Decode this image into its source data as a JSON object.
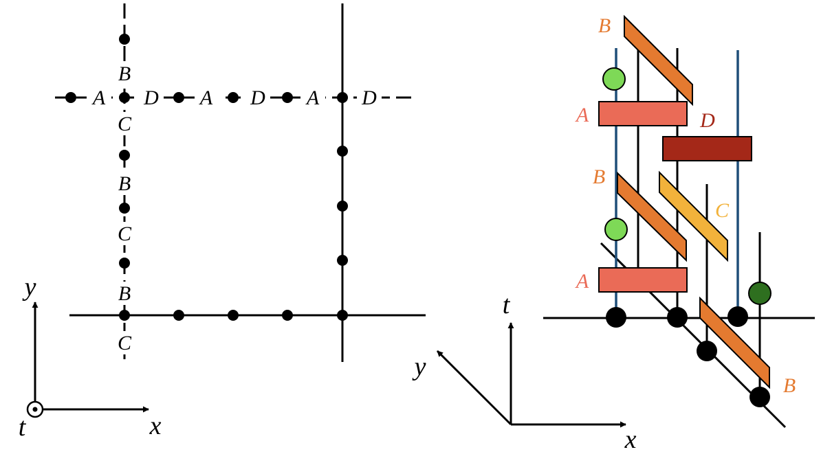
{
  "colors": {
    "ink": "#000000",
    "gate_A": "#ea6b57",
    "gate_B": "#e47a30",
    "gate_C": "#f2b23b",
    "gate_D": "#a42818",
    "qubit_line_blue": "#1f4e79",
    "ancilla_light_green": "#7ed957",
    "ancilla_dark_green": "#2e6f1f"
  },
  "left_panel": {
    "horizontal_labels": [
      "A",
      "D",
      "A",
      "D",
      "A",
      "D"
    ],
    "vertical_labels": [
      "B",
      "C",
      "B",
      "C",
      "B",
      "C"
    ],
    "axes": {
      "x": "x",
      "y": "y",
      "t": "t"
    }
  },
  "right_panel": {
    "gate_labels": {
      "B_top": "B",
      "A_upper": "A",
      "D": "D",
      "B_middle": "B",
      "C": "C",
      "A_lower": "A",
      "B_bottom": "B"
    },
    "axes": {
      "t": "t",
      "y": "y",
      "x": "x"
    }
  }
}
